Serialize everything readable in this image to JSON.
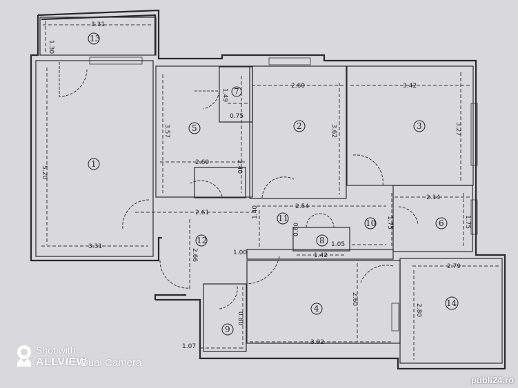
{
  "rooms": [
    {
      "num": "1"
    },
    {
      "num": "2"
    },
    {
      "num": "3"
    },
    {
      "num": "4"
    },
    {
      "num": "5"
    },
    {
      "num": "6"
    },
    {
      "num": "7"
    },
    {
      "num": "8"
    },
    {
      "num": "9"
    },
    {
      "num": "10"
    },
    {
      "num": "11"
    },
    {
      "num": "12"
    },
    {
      "num": "13"
    },
    {
      "num": "14"
    }
  ],
  "dimensions": {
    "r13_w": "3.31",
    "r13_h": "1.30",
    "r1_h": "5.20",
    "r1_w": "3.31",
    "r5_h": "3.57",
    "r5_w": "2.60",
    "r5_h2": "2.40",
    "r7_h": "1.49",
    "r7_w": "0.75",
    "r2_w": "2.60",
    "r2_h": "3.62",
    "r3_w": "3.42",
    "r3_h": "3.27",
    "r6_w": "2.14",
    "r6_h": "1.75",
    "r10_h": "1.75",
    "r12_w": "2.61",
    "r12_h": "2.66",
    "r11_w": "2.54",
    "r11_h": "1.40",
    "r8_h": "0.60",
    "r8_w1": "1.05",
    "r8_w2": "1.42",
    "misc_1_00": "1.00",
    "r4_h": "2.60",
    "r4_w": "3.92",
    "r14_w": "2.79",
    "r14_h": "2.80",
    "r9_h": "0.80",
    "r9_w": "1.07"
  },
  "watermark": {
    "shot_with": "Shot with",
    "brand": "ALLVIEW",
    "dual_camera": "Dual Camera",
    "site": "publi24.ro"
  }
}
